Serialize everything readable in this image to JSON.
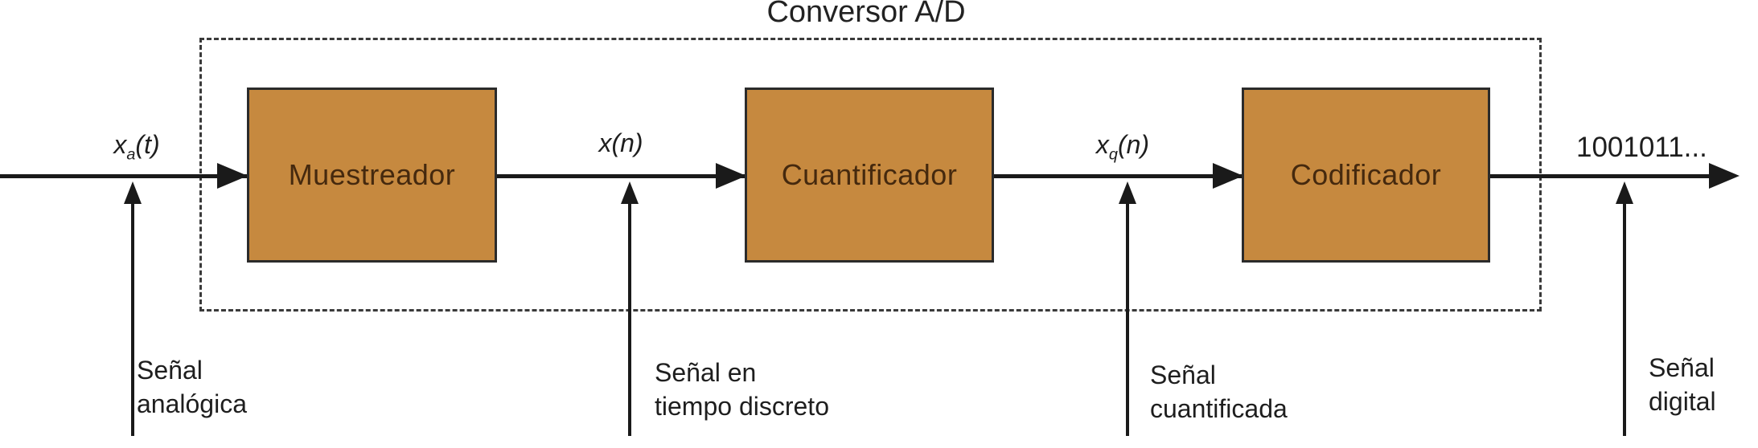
{
  "diagram": {
    "title": "Conversor A/D",
    "blocks": [
      {
        "label": "Muestreador"
      },
      {
        "label": "Cuantificador"
      },
      {
        "label": "Codificador"
      }
    ],
    "signal_labels": [
      {
        "base": "x",
        "sub": "a",
        "args": "(t)"
      },
      {
        "base": "x",
        "sub": "",
        "args": "(n)"
      },
      {
        "base": "x",
        "sub": "q",
        "args": "(n)"
      }
    ],
    "output_value": "1001011...",
    "captions": [
      {
        "line1": "Señal",
        "line2": "analógica"
      },
      {
        "line1": "Señal en",
        "line2": "tiempo discreto"
      },
      {
        "line1": "Señal",
        "line2": "cuantificada"
      },
      {
        "line1": "Señal",
        "line2": "digital"
      }
    ],
    "colors": {
      "block_fill": "#c6893f",
      "block_border": "#2b2b2b",
      "block_text": "#45290e",
      "line": "#1a1a1a",
      "text": "#1e1e1e"
    }
  }
}
